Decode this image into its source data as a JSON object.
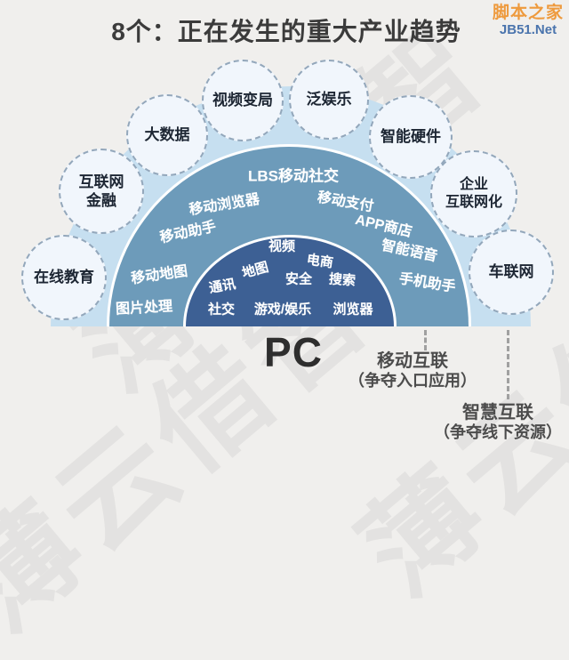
{
  "title": "8个：正在发生的重大产业趋势",
  "logo": {
    "name": "脚本之家",
    "site": "JB51.Net"
  },
  "watermark": {
    "text": "薄云借智"
  },
  "outer_circles": [
    "视频变局",
    "泛娱乐",
    "大数据",
    "智能硬件",
    "互联网\n金融",
    "企业\n互联网化",
    "在线教育",
    "车联网"
  ],
  "middle_ring": [
    "LBS移动社交",
    "移动浏览器",
    "移动支付",
    "移动助手",
    "APP商店",
    "智能语音",
    "移动地图",
    "手机助手",
    "图片处理"
  ],
  "inner_ring": [
    "视频",
    "电商",
    "地图",
    "安全",
    "搜索",
    "通讯",
    "社交",
    "游戏/娱乐",
    "浏览器"
  ],
  "legend": {
    "pc": "PC",
    "mobile_label": "移动互联",
    "mobile_sub": "（争夺入口应用）",
    "smart_label": "智慧互联",
    "smart_sub": "（争夺线下资源）"
  },
  "colors": {
    "outer_ring": "#c6dff0",
    "middle_ring": "#6d9bba",
    "inner_ring": "#3d6094",
    "bubble_fill": "#f1f6fc",
    "logo_orange": "#ee9a3d",
    "logo_blue": "#4a74ad"
  }
}
